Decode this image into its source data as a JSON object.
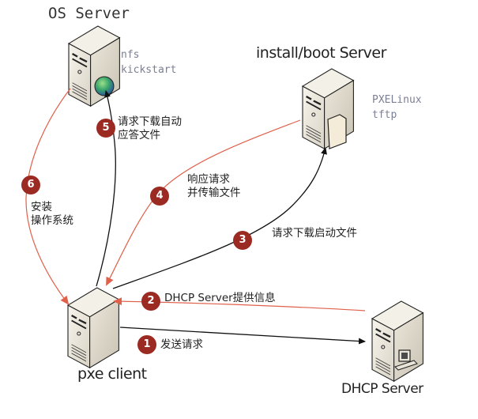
{
  "colors": {
    "badge": "#9b2a22",
    "red_arrow": "#e0604a",
    "black_arrow": "#111111",
    "note_text": "#7a7f92"
  },
  "nodes": {
    "os_server": {
      "title": "OS Server",
      "notes": [
        "nfs",
        "kickstart"
      ],
      "icon": "server-globe-icon"
    },
    "install_boot_server": {
      "title": "install/boot Server",
      "notes": [
        "PXELinux",
        "tftp"
      ],
      "icon": "server-folder-icon"
    },
    "pxe_client": {
      "title": "pxe client",
      "icon": "server-icon"
    },
    "dhcp_server": {
      "title": "DHCP Server",
      "icon": "server-computer-icon"
    }
  },
  "steps": [
    {
      "number": "1",
      "lines": [
        "发送请求"
      ],
      "from": "pxe client",
      "to": "DHCP Server",
      "color": "black"
    },
    {
      "number": "2",
      "lines": [
        "DHCP Server提供信息"
      ],
      "from": "DHCP Server",
      "to": "pxe client",
      "color": "red"
    },
    {
      "number": "3",
      "lines": [
        "请求下载启动文件"
      ],
      "from": "pxe client",
      "to": "install/boot Server",
      "color": "black"
    },
    {
      "number": "4",
      "lines": [
        "响应请求",
        "并传输文件"
      ],
      "from": "install/boot Server",
      "to": "pxe client",
      "color": "red"
    },
    {
      "number": "5",
      "lines": [
        "请求下载自动",
        "应答文件"
      ],
      "from": "pxe client",
      "to": "OS Server",
      "color": "black"
    },
    {
      "number": "6",
      "lines": [
        "安装",
        "操作系统"
      ],
      "from": "OS Server",
      "to": "pxe client",
      "color": "red"
    }
  ]
}
